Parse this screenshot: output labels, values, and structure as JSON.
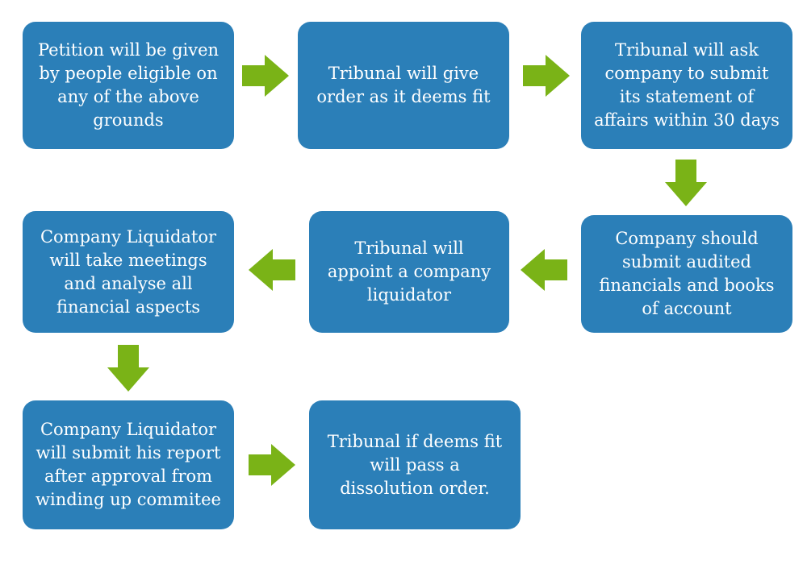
{
  "colors": {
    "box_fill": "#2b7fb8",
    "box_text": "#ffffff",
    "arrow_fill": "#7ab317",
    "background": "#ffffff"
  },
  "steps": [
    {
      "id": "petition",
      "text": "Petition will be given by people eligible on any of the above grounds"
    },
    {
      "id": "tribunal-order",
      "text": "Tribunal will give order as it deems fit"
    },
    {
      "id": "statement-of-affairs",
      "text": "Tribunal will ask company to submit its statement of affairs within 30 days"
    },
    {
      "id": "audited-financials",
      "text": "Company should submit audited financials and books of account"
    },
    {
      "id": "appoint-liquidator",
      "text": "Tribunal will appoint a company liquidator"
    },
    {
      "id": "liquidator-meetings",
      "text": "Company Liquidator will take meetings and analyse all financial aspects"
    },
    {
      "id": "liquidator-report",
      "text": "Company Liquidator will submit his report after approval from winding up commitee"
    },
    {
      "id": "dissolution-order",
      "text": "Tribunal if deems fit will pass a dissolution order."
    }
  ],
  "arrows": [
    {
      "from": "petition",
      "to": "tribunal-order",
      "direction": "right"
    },
    {
      "from": "tribunal-order",
      "to": "statement-of-affairs",
      "direction": "right"
    },
    {
      "from": "statement-of-affairs",
      "to": "audited-financials",
      "direction": "down"
    },
    {
      "from": "audited-financials",
      "to": "appoint-liquidator",
      "direction": "left"
    },
    {
      "from": "appoint-liquidator",
      "to": "liquidator-meetings",
      "direction": "left"
    },
    {
      "from": "liquidator-meetings",
      "to": "liquidator-report",
      "direction": "down"
    },
    {
      "from": "liquidator-report",
      "to": "dissolution-order",
      "direction": "right"
    }
  ]
}
